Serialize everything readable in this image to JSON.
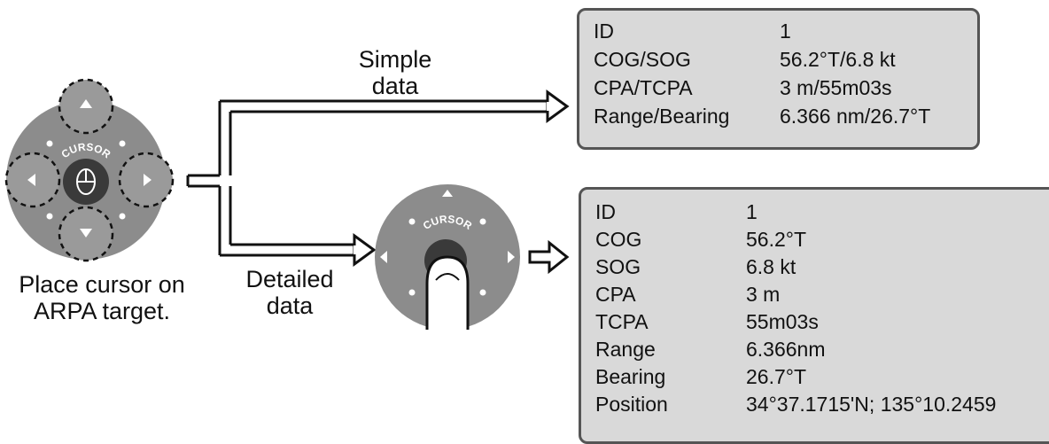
{
  "labels": {
    "simple": [
      "Simple",
      "data"
    ],
    "detailed": [
      "Detailed",
      "data"
    ],
    "place": [
      "Place cursor on",
      "ARPA target."
    ]
  },
  "pad_text": "CURSOR",
  "simple_panel": {
    "rows": [
      {
        "key": "ID",
        "value": "1"
      },
      {
        "key": "COG/SOG",
        "value": "56.2°T/6.8 kt"
      },
      {
        "key": "CPA/TCPA",
        "value": "3 m/55m03s"
      },
      {
        "key": "Range/Bearing",
        "value": "6.366 nm/26.7°T"
      }
    ]
  },
  "detailed_panel": {
    "rows": [
      {
        "key": "ID",
        "value": "1"
      },
      {
        "key": "COG",
        "value": "56.2°T"
      },
      {
        "key": "SOG",
        "value": "6.8 kt"
      },
      {
        "key": "CPA",
        "value": "3 m"
      },
      {
        "key": "TCPA",
        "value": "55m03s"
      },
      {
        "key": "Range",
        "value": "6.366nm"
      },
      {
        "key": "Bearing",
        "value": "26.7°T"
      },
      {
        "key": "Position",
        "value": "34°37.1715'N; 135°10.2459"
      }
    ]
  },
  "colors": {
    "pad": "#8c8c8c",
    "pad_center": "#3a3a3a",
    "panel_bg": "#d9d9d9",
    "panel_border": "#555555"
  }
}
